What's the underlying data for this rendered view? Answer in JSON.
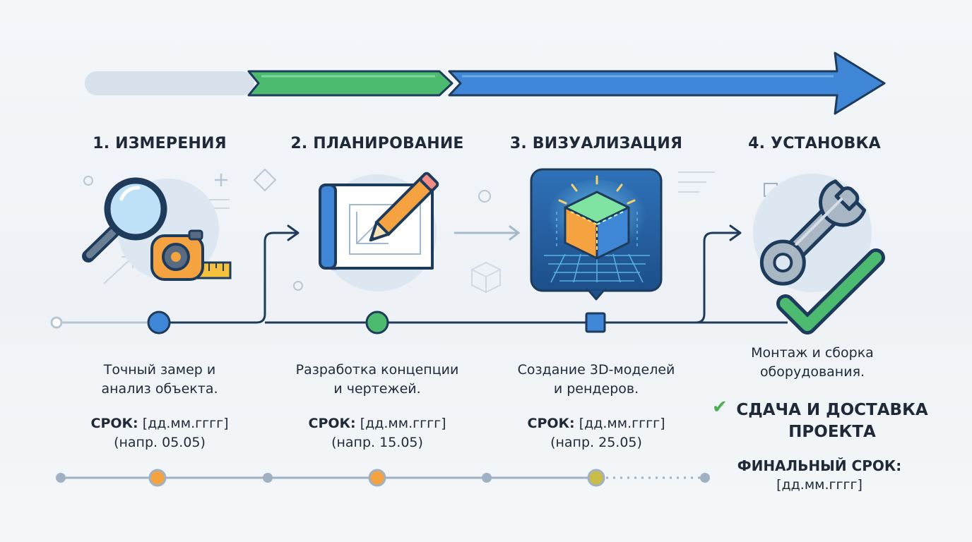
{
  "colors": {
    "navy": "#1f3b5c",
    "blue": "#3f86d6",
    "green": "#4cbb70",
    "orange": "#f4a340",
    "light_circle": "#dde7f1",
    "muted": "#c5d2de"
  },
  "steps": [
    {
      "title": "1. ИЗМЕРЕНИЯ",
      "desc": [
        "Точный замер и",
        "анализ объекта."
      ],
      "deadline_label": "СРОК:",
      "deadline_value": "[дд.мм.гггг]",
      "example": "(напр. 05.05)",
      "icon": "magnifier-and-tape-measure-icon"
    },
    {
      "title": "2. ПЛАНИРОВАНИЕ",
      "desc": [
        "Разработка концепции",
        "и чертежей."
      ],
      "deadline_label": "СРОК:",
      "deadline_value": "[дд.мм.гггг]",
      "example": "(напр. 15.05)",
      "icon": "blueprint-pencil-icon"
    },
    {
      "title": "3. ВИЗУАЛИЗАЦИЯ",
      "desc": [
        "Создание 3D-моделей",
        "и рендеров."
      ],
      "deadline_label": "СРОК:",
      "deadline_value": "[дд.мм.гггг]",
      "example": "(напр. 25.05)",
      "icon": "3d-cube-icon"
    },
    {
      "title": "4. УСТАНОВКА",
      "desc": [
        "Монтаж и сборка",
        "оборудования."
      ],
      "icon": "wrench-and-check-icon"
    }
  ],
  "final": {
    "check_icon": "check-icon",
    "heading": [
      "СДАЧА И ДОСТАВКА",
      "ПРОЕКТА"
    ],
    "deadline_label": "ФИНАЛЬНЫЙ СРОК:",
    "deadline_value": "[дд.мм.гггг]"
  }
}
